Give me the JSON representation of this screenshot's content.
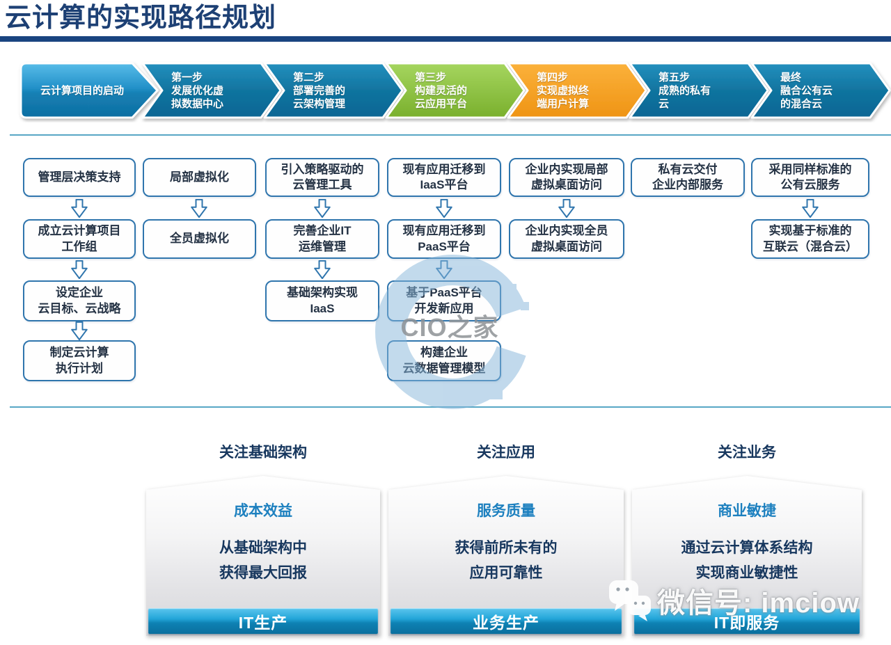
{
  "title": "云计算的实现路径规划",
  "flow": {
    "steps": [
      {
        "label": "云计算项目的启动",
        "fill": "#2a9ad4"
      },
      {
        "label": "第一步\n发展优化虚\n拟数据中心",
        "fill": "#0e76a8"
      },
      {
        "label": "第二步\n部署完善的\n云架构管理",
        "fill": "#0e76a8"
      },
      {
        "label": "第三步\n构建灵活的\n云应用平台",
        "fill": "#8cc63f"
      },
      {
        "label": "第四步\n实现虚拟终\n端用户计算",
        "fill": "#f9a01b"
      },
      {
        "label": "第五步\n成熟的私有\n云",
        "fill": "#0e76a8"
      },
      {
        "label": "最终\n融合公有云\n的混合云",
        "fill": "#0e76a8"
      }
    ]
  },
  "columns": [
    {
      "boxes": [
        "管理层决策支持",
        "成立云计算项目\n工作组",
        "设定企业\n云目标、云战略",
        "制定云计算\n执行计划"
      ]
    },
    {
      "boxes": [
        "局部虚拟化",
        "全员虚拟化"
      ]
    },
    {
      "boxes": [
        "引入策略驱动的\n云管理工具",
        "完善企业IT\n运维管理",
        "基础架构实现\nIaaS"
      ]
    },
    {
      "boxes": [
        "现有应用迁移到\nIaaS平台",
        "现有应用迁移到\nPaaS平台",
        "基于PaaS平台\n开发新应用",
        "构建企业\n云数据管理模型"
      ]
    },
    {
      "boxes": [
        "企业内实现局部\n虚拟桌面访问",
        "企业内实现全员\n虚拟桌面访问"
      ]
    },
    {
      "boxes": [
        "私有云交付\n企业内部服务"
      ]
    },
    {
      "boxes": [
        "采用同样标准的\n公有云服务",
        "实现基于标准的\n互联云（混合云）"
      ]
    }
  ],
  "pillars": [
    {
      "header": "关注基础架构",
      "title": "成本效益",
      "body": "从基础架构中\n获得最大回报",
      "footer": "IT生产"
    },
    {
      "header": "关注应用",
      "title": "服务质量",
      "body": "获得前所未有的\n应用可靠性",
      "footer": "业务生产"
    },
    {
      "header": "关注业务",
      "title": "商业敏捷",
      "body": "通过云计算体系结构\n实现商业敏捷性",
      "footer": "IT即服务"
    }
  ],
  "watermark": {
    "logo_text": "CIO之家",
    "wechat_label": "微信号: imciow"
  },
  "colors": {
    "title_text": "#1d4074",
    "title_rule": "#1a4480",
    "thin_rule": "#58a7c5",
    "step_start_blue": "#2a9ad4",
    "step_blue": "#0e76a8",
    "step_green": "#8cc63f",
    "step_orange": "#f9a01b",
    "box_border": "#2f75ad",
    "box_text": "#243244",
    "pillar_title_blue": "#1d80bf",
    "pillar_text_navy": "#17375e",
    "bar_blue": "#0e81b3",
    "watermark_blue": "#85b5da"
  }
}
